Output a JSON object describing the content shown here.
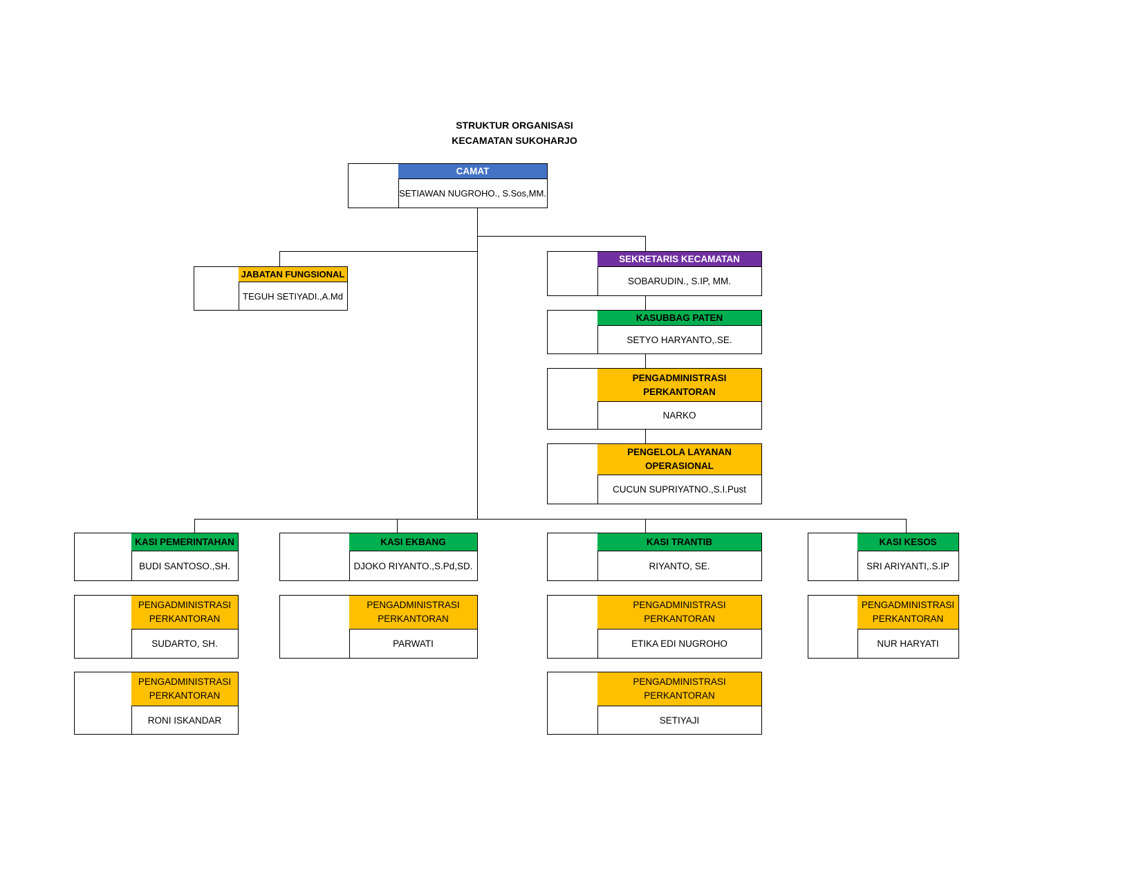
{
  "title": [
    "STRUKTUR ORGANISASI",
    "KECAMATAN SUKOHARJO"
  ],
  "colors": {
    "camat": "#4472c4",
    "sekretaris": "#7030a0",
    "kasi": "#00b050",
    "staff": "#ffc000"
  },
  "nodes": {
    "camat": {
      "title": "CAMAT",
      "name": "SETIAWAN NUGROHO., S.Sos,MM."
    },
    "jabfung": {
      "title": "JABATAN FUNGSIONAL",
      "name": "TEGUH SETIYADI.,A.Md"
    },
    "sekcam": {
      "title": "SEKRETARIS KECAMATAN",
      "name": "SOBARUDIN., S.IP, MM."
    },
    "kasubbag": {
      "title": "KASUBBAG PATEN",
      "name": "SETYO HARYANTO,.SE."
    },
    "pengadm_sek": {
      "title1": "PENGADMINISTRASI",
      "title2": "PERKANTORAN",
      "name": "NARKO"
    },
    "pengelola": {
      "title1": "PENGELOLA LAYANAN",
      "title2": "OPERASIONAL",
      "name": "CUCUN SUPRIYATNO.,S.I.Pust"
    },
    "kasi_pem": {
      "title": "KASI PEMERINTAHAN",
      "name": "BUDI SANTOSO.,SH."
    },
    "pem_staff1": {
      "title1": "PENGADMINISTRASI",
      "title2": "PERKANTORAN",
      "name": "SUDARTO, SH."
    },
    "pem_staff2": {
      "title1": "PENGADMINISTRASI",
      "title2": "PERKANTORAN",
      "name": "RONI ISKANDAR"
    },
    "kasi_ekbang": {
      "title": "KASI EKBANG",
      "name": "DJOKO RIYANTO.,S.Pd,SD."
    },
    "ekbang_staff1": {
      "title1": "PENGADMINISTRASI",
      "title2": "PERKANTORAN",
      "name": "PARWATI"
    },
    "kasi_trantib": {
      "title": "KASI TRANTIB",
      "name": "RIYANTO, SE."
    },
    "trantib_staff1": {
      "title1": "PENGADMINISTRASI",
      "title2": "PERKANTORAN",
      "name": "ETIKA EDI NUGROHO"
    },
    "trantib_staff2": {
      "title1": "PENGADMINISTRASI",
      "title2": "PERKANTORAN",
      "name": "SETIYAJI"
    },
    "kasi_kesos": {
      "title": "KASI KESOS",
      "name": "SRI ARIYANTI,.S.IP"
    },
    "kesos_staff1": {
      "title1": "PENGADMINISTRASI",
      "title2": "PERKANTORAN",
      "name": "NUR HARYATI"
    }
  }
}
